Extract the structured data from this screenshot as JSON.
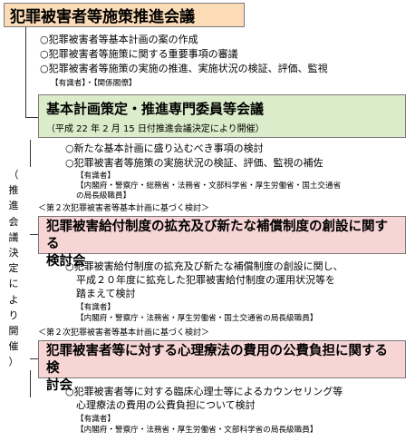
{
  "council": {
    "title": "犯罪被害者等施策推進会議",
    "items": [
      "○犯罪被害者等基本計画の案の作成",
      "○犯罪被害者等施策に関する重要事項の審議",
      "○犯罪被害者等施策の実施の推進、実施状況の検証、評価、監視"
    ],
    "members": "【有識者】・【関係閣僚】"
  },
  "side_label": [
    "（",
    "推",
    "進",
    "会",
    "議",
    "決",
    "定",
    "に",
    "よ",
    "り",
    "開",
    "催",
    "）"
  ],
  "committee_basic": {
    "title": "基本計画策定・推進専門委員等会議",
    "subtitle": "（平成 22 年 2 月 15 日付推進会議決定により開催）",
    "items": [
      "○新たな基本計画に盛り込むべき事項の検討",
      "○犯罪被害者等施策の実施状況の検証、評価、監視の補佐"
    ],
    "members_heading": "【有識者】",
    "members_line1": "【内閣府・警察庁・総務省・法務省・文部科学省・厚生労働省・国土交通省",
    "members_line2": "の局長級職員】"
  },
  "basis_label_1": "＜第２次犯罪被害者等基本計画に基づく検討＞",
  "committee_benefit": {
    "title_line1": "犯罪被害給付制度の拡充及び新たな補償制度の創設に関する",
    "title_line2": "検討会",
    "item_line1": "○犯罪被害給付制度の拡充及び新たな補償制度の創設に関し、",
    "item_line2": "平成２０年度に拡充した犯罪被害給付制度の運用状況等を",
    "item_line3": "踏まえて検討",
    "members_heading": "【有識者】",
    "members_line": "【内閣府・警察庁・法務省・厚生労働省・国土交通省の局長級職員】"
  },
  "basis_label_2": "＜第２次犯罪被害者等基本計画に基づく検討＞",
  "committee_psych": {
    "title_line1": "犯罪被害者等に対する心理療法の費用の公費負担に関する検",
    "title_line2": "討会",
    "item_line1": "○犯罪被害者等に対する臨床心理士等によるカウンセリング等",
    "item_line2": "心理療法の費用の公費負担について検討",
    "members_heading": "【有識者】",
    "members_line": "【内閣府・警察庁・法務省・厚生労働省・文部科学省の局長級職員】"
  },
  "colors": {
    "council_fill": "#fbdcb6",
    "basic_fill": "#daecc9",
    "review_fill": "#f8d5d5"
  }
}
